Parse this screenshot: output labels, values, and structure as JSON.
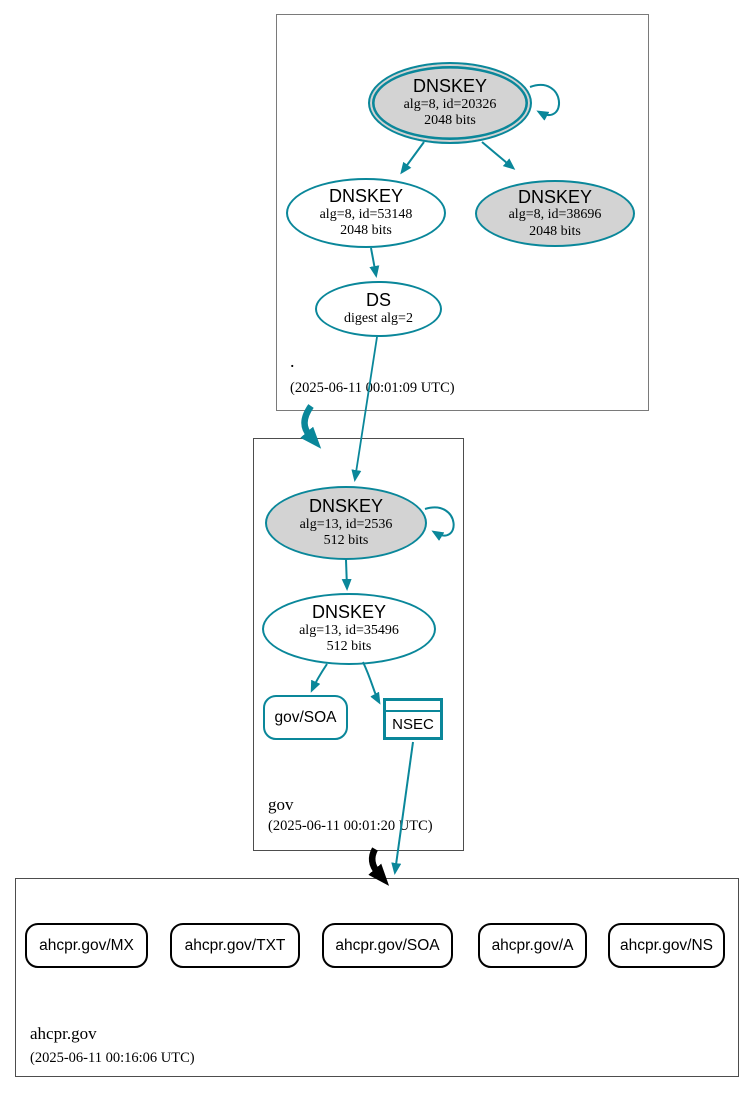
{
  "zones": [
    {
      "name": ".",
      "timestamp": "(2025-06-11 00:01:09 UTC)",
      "nodes": {
        "ksk": {
          "title": "DNSKEY",
          "alg": "alg=8, id=20326",
          "bits": "2048 bits"
        },
        "zsk": {
          "title": "DNSKEY",
          "alg": "alg=8, id=53148",
          "bits": "2048 bits"
        },
        "ksk2": {
          "title": "DNSKEY",
          "alg": "alg=8, id=38696",
          "bits": "2048 bits"
        },
        "ds": {
          "title": "DS",
          "alg": "digest alg=2"
        }
      }
    },
    {
      "name": "gov",
      "timestamp": "(2025-06-11 00:01:20 UTC)",
      "nodes": {
        "ksk": {
          "title": "DNSKEY",
          "alg": "alg=13, id=2536",
          "bits": "512 bits"
        },
        "zsk": {
          "title": "DNSKEY",
          "alg": "alg=13, id=35496",
          "bits": "512 bits"
        },
        "soa": {
          "label": "gov/SOA"
        },
        "nsec": {
          "label": "NSEC"
        }
      }
    },
    {
      "name": "ahcpr.gov",
      "timestamp": "(2025-06-11 00:16:06 UTC)",
      "rrsets": [
        {
          "label": "ahcpr.gov/MX"
        },
        {
          "label": "ahcpr.gov/TXT"
        },
        {
          "label": "ahcpr.gov/SOA"
        },
        {
          "label": "ahcpr.gov/A"
        },
        {
          "label": "ahcpr.gov/NS"
        }
      ]
    }
  ],
  "colors": {
    "secure": "#0a879a",
    "insecure": "#000000",
    "sep_key_fill": "#d3d3d3",
    "zone_border": "#4d4d4d"
  }
}
